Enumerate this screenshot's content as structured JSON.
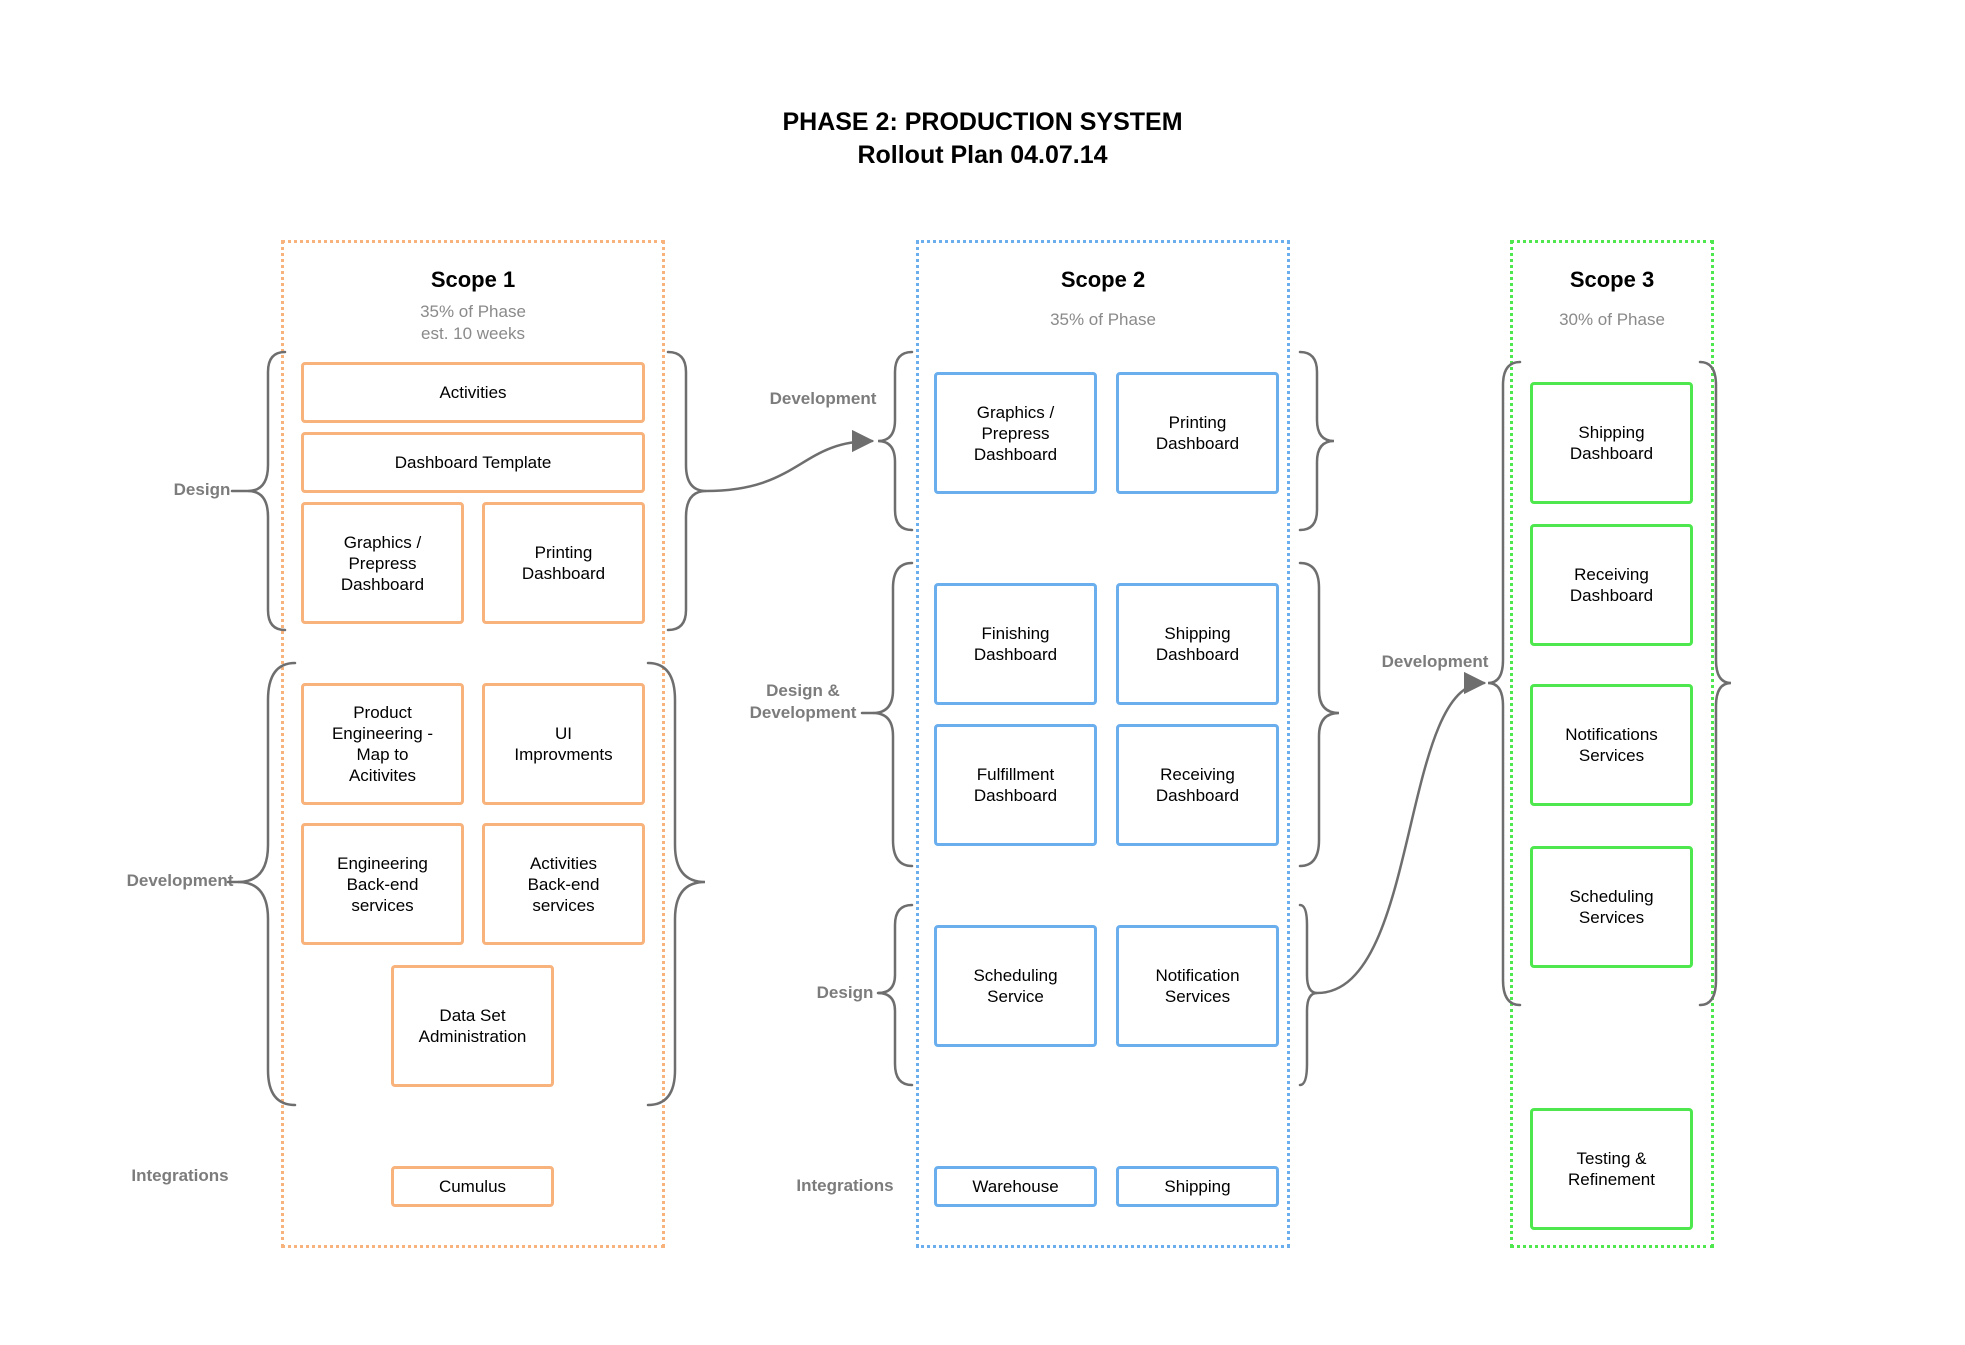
{
  "title": {
    "main": "PHASE 2: PRODUCTION SYSTEM",
    "sub": "Rollout Plan 04.07.14"
  },
  "colors": {
    "scope1": "#f8b27c",
    "scope2": "#6aaeee",
    "scope3": "#4ee84e",
    "bracket": "#6e6e6e",
    "label": "#7c7c7c",
    "subtext": "#8a8a8a"
  },
  "scopes": [
    {
      "title": "Scope 1",
      "percent": "35% of Phase",
      "estimate": "est. 10 weeks",
      "groups": [
        {
          "label": "Design",
          "items": [
            "Activities",
            "Dashboard Template",
            "Graphics /\nPrepress\nDashboard",
            "Printing\nDashboard"
          ]
        },
        {
          "label": "Development",
          "items": [
            "Product\nEngineering -\nMap to\nAcitivites",
            "UI\nImprovments",
            "Engineering\nBack-end\nservices",
            "Activities\nBack-end\nservices",
            "Data Set\nAdministration"
          ]
        },
        {
          "label": "Integrations",
          "items": [
            "Cumulus"
          ]
        }
      ]
    },
    {
      "title": "Scope 2",
      "percent": "35% of Phase",
      "groups": [
        {
          "label": "Development",
          "items": [
            "Graphics /\nPrepress\nDashboard",
            "Printing\nDashboard"
          ]
        },
        {
          "label": "Design &\nDevelopment",
          "items": [
            "Finishing\nDashboard",
            "Shipping\nDashboard",
            "Fulfillment\nDashboard",
            "Receiving\nDashboard"
          ]
        },
        {
          "label": "Design",
          "items": [
            "Scheduling\nService",
            "Notification\nServices"
          ]
        },
        {
          "label": "Integrations",
          "items": [
            "Warehouse",
            "Shipping"
          ]
        }
      ]
    },
    {
      "title": "Scope 3",
      "percent": "30% of Phase",
      "groups": [
        {
          "label": "Development",
          "items": [
            "Shipping\nDashboard",
            "Receiving\nDashboard",
            "Notifications\nServices",
            "Scheduling\nServices"
          ]
        },
        {
          "label": "",
          "items": [
            "Testing &\nRefinement"
          ]
        }
      ]
    }
  ]
}
